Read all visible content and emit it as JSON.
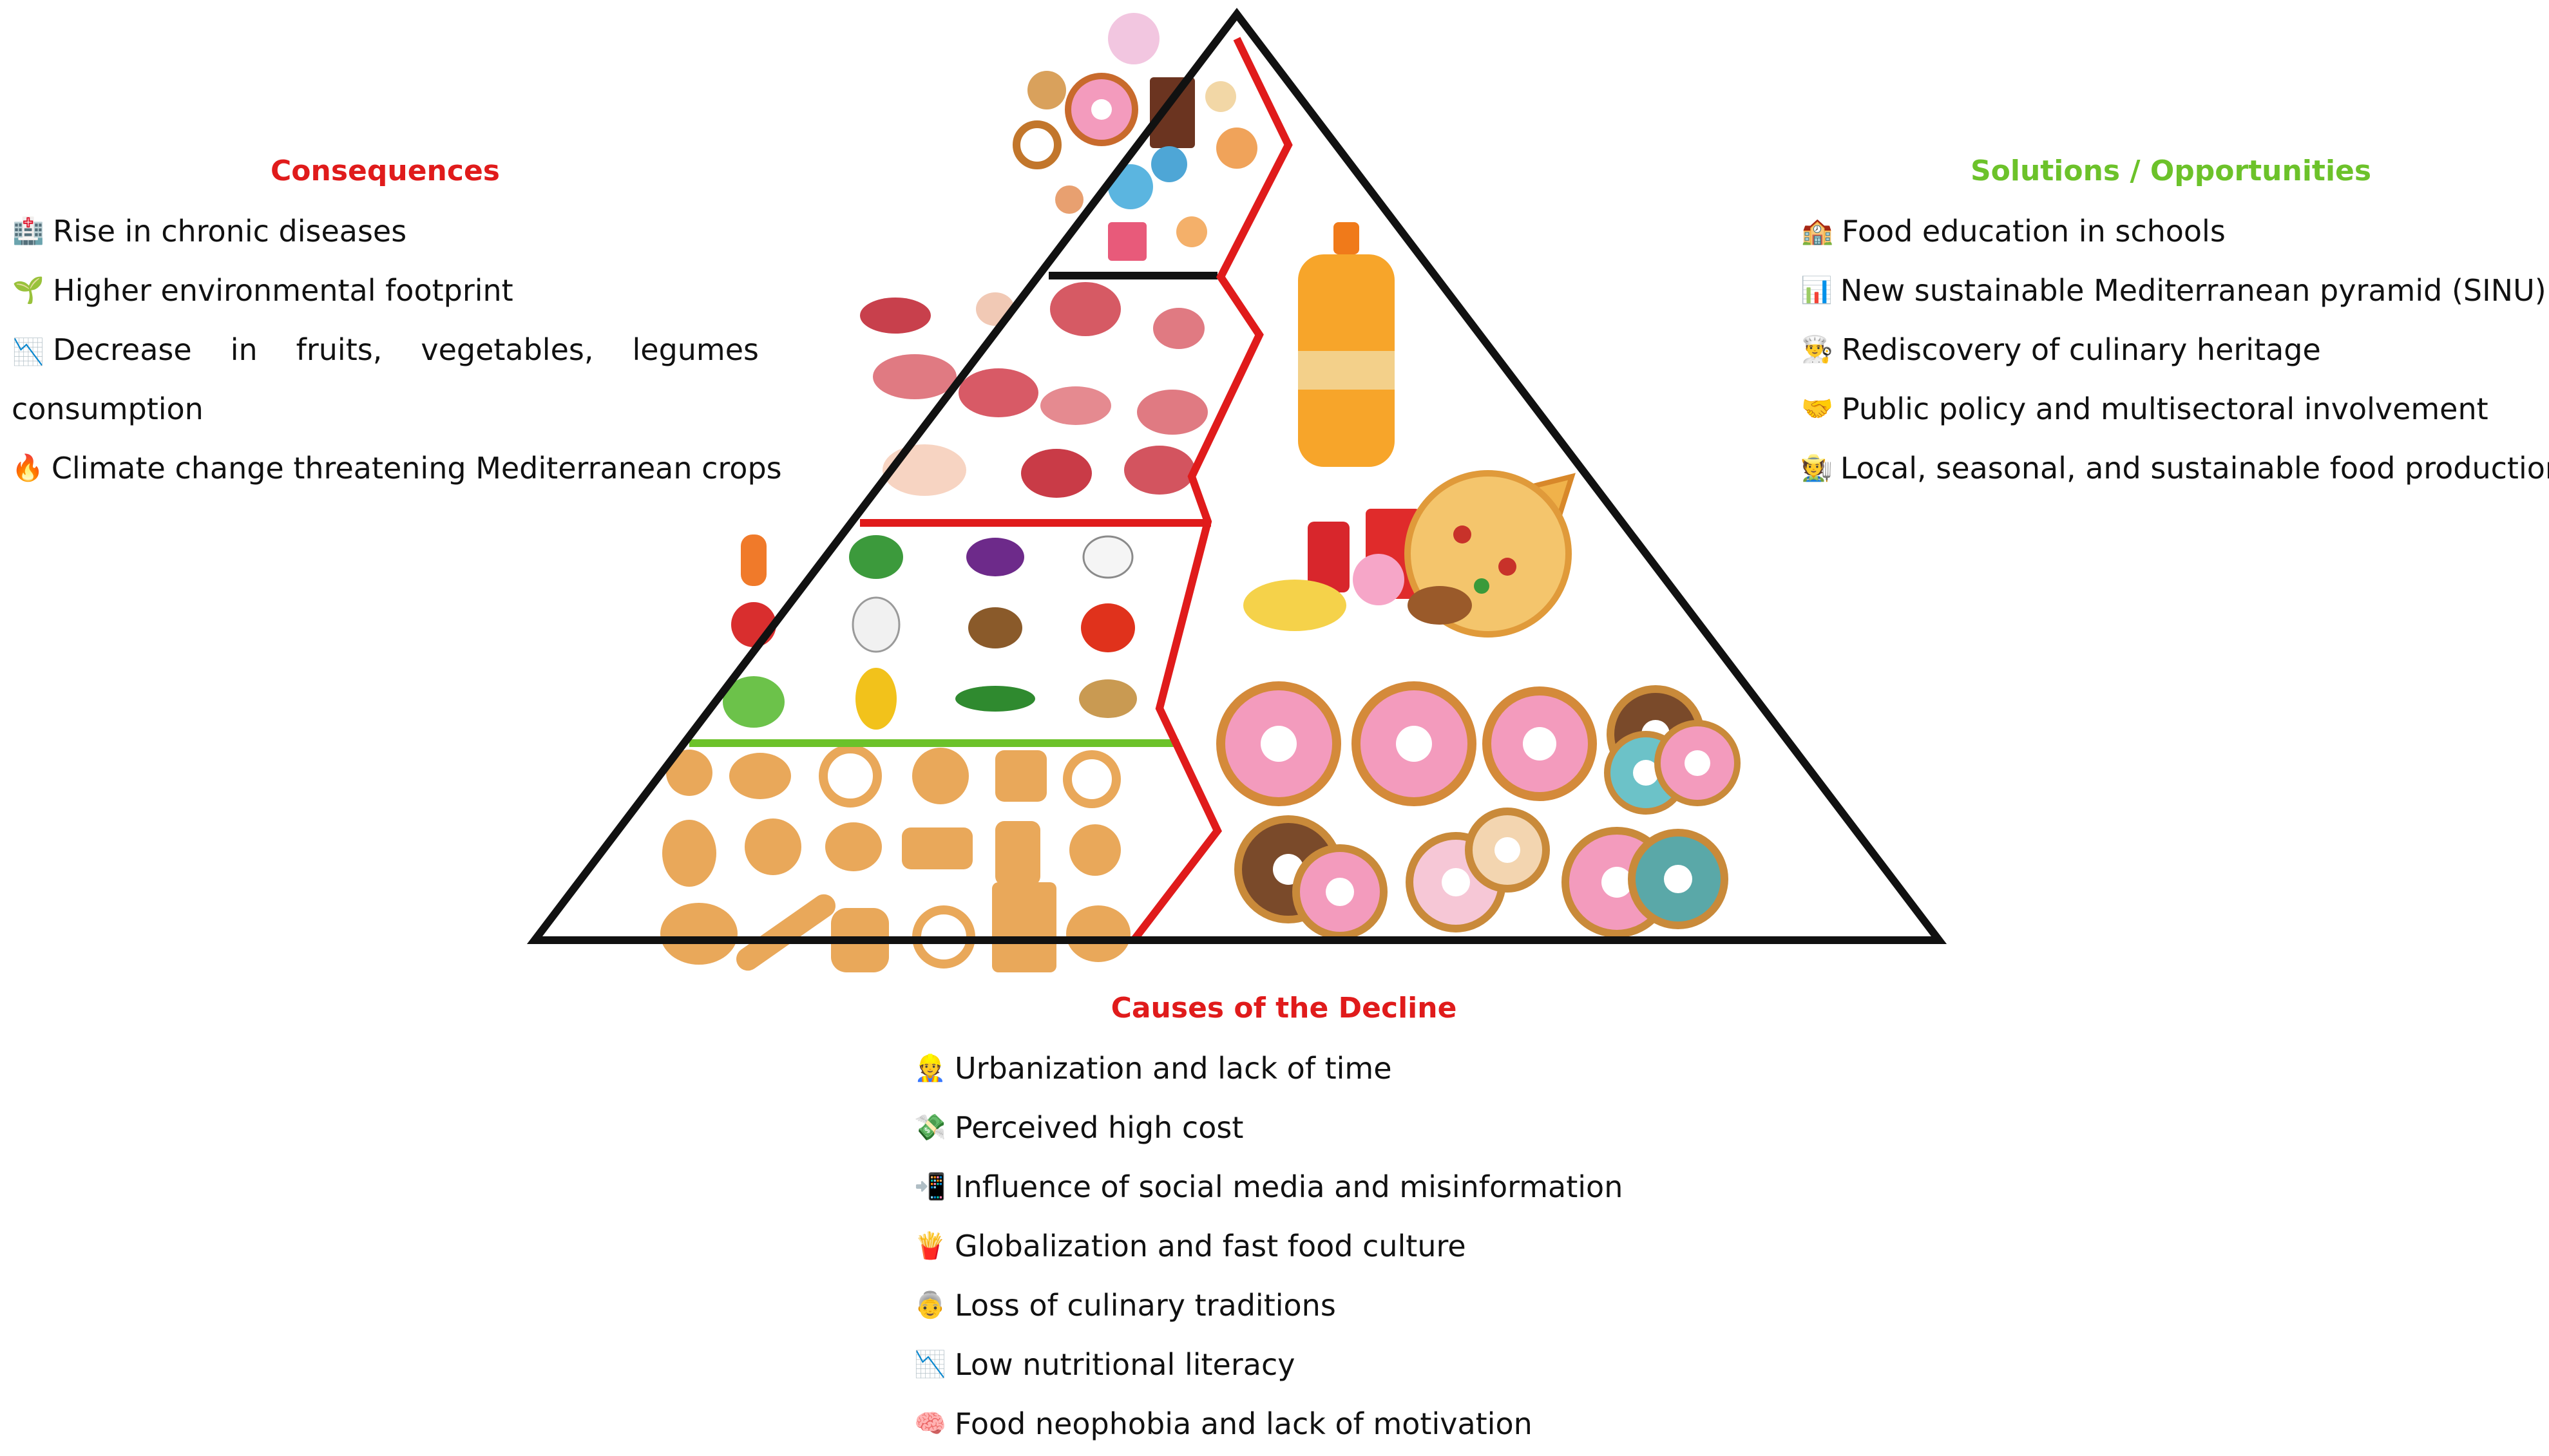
{
  "consequences": {
    "title": "Consequences",
    "items": [
      {
        "icon": "hospital-icon",
        "text": "Rise in chronic diseases"
      },
      {
        "icon": "seedling-icon",
        "text": "Higher environmental footprint"
      },
      {
        "icon": "chart-decreasing-icon",
        "text": "Decrease in fruits, vegetables, legumes consumption"
      },
      {
        "icon": "fire-icon",
        "text": "Climate change threatening Mediterranean crops"
      }
    ]
  },
  "solutions": {
    "title": "Solutions / Opportunities",
    "items": [
      {
        "icon": "school-icon",
        "text": "Food education in schools"
      },
      {
        "icon": "bar-chart-icon",
        "text": "New sustainable Mediterranean pyramid (SINU)"
      },
      {
        "icon": "chef-icon",
        "text": "Rediscovery of culinary heritage"
      },
      {
        "icon": "handshake-icon",
        "text": "Public policy and multisectoral involvement"
      },
      {
        "icon": "farmer-icon",
        "text": "Local, seasonal, and sustainable food production"
      }
    ]
  },
  "causes": {
    "title": "Causes of the Decline",
    "items": [
      {
        "icon": "office-worker-icon",
        "text": "Urbanization and lack of time"
      },
      {
        "icon": "money-icon",
        "text": "Perceived high cost"
      },
      {
        "icon": "mobile-phone-icon",
        "text": "Influence of social media and misinformation"
      },
      {
        "icon": "fries-icon",
        "text": "Globalization and fast food culture"
      },
      {
        "icon": "grandmother-icon",
        "text": "Loss of culinary traditions"
      },
      {
        "icon": "chart-decreasing-icon",
        "text": "Low nutritional literacy"
      },
      {
        "icon": "brain-icon",
        "text": "Food neophobia and lack of motivation"
      }
    ]
  },
  "colors": {
    "pyramid_outline": "#111111",
    "divider_red": "#e01b1b",
    "divider_green": "#6cc22a"
  }
}
